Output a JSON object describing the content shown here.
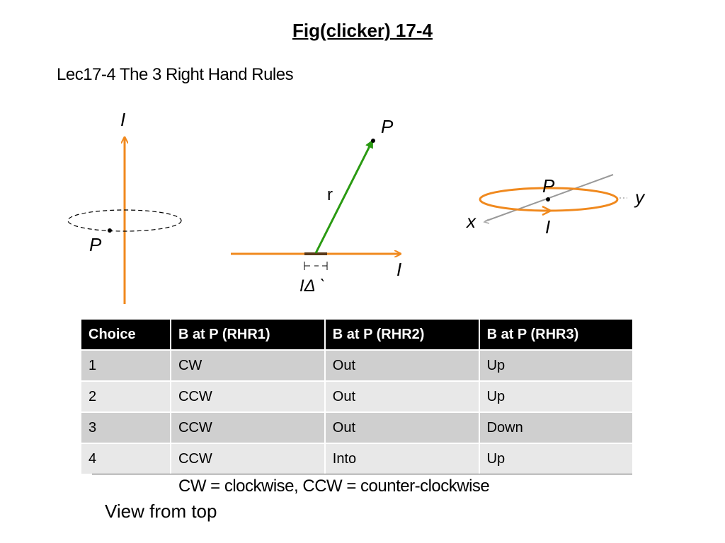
{
  "title": "Fig(clicker) 17-4",
  "subtitle": "Lec17-4 The 3 Right Hand Rules",
  "figure1": {
    "current_label": "I",
    "point_label": "P"
  },
  "figure2": {
    "point_label": "P",
    "r_label": "r",
    "current_label": "I",
    "segment_label": "IΔ `"
  },
  "figure3": {
    "point_label": "P",
    "x_label": "x",
    "y_label": "y",
    "current_label": "I"
  },
  "colors": {
    "wire": "#f0891e",
    "vector": "#2a9a12"
  },
  "table": {
    "headers": [
      "Choice",
      "B at P (RHR1)",
      "B at P (RHR2)",
      "B at P (RHR3)"
    ],
    "rows": [
      [
        "1",
        "CW",
        "Out",
        "Up"
      ],
      [
        "2",
        "CCW",
        "Out",
        "Up"
      ],
      [
        "3",
        "CCW",
        "Out",
        "Down"
      ],
      [
        "4",
        "CCW",
        "Into",
        "Up"
      ]
    ]
  },
  "legend": "CW =  clockwise, CCW =  counter-clockwise",
  "view_note": "View from top"
}
